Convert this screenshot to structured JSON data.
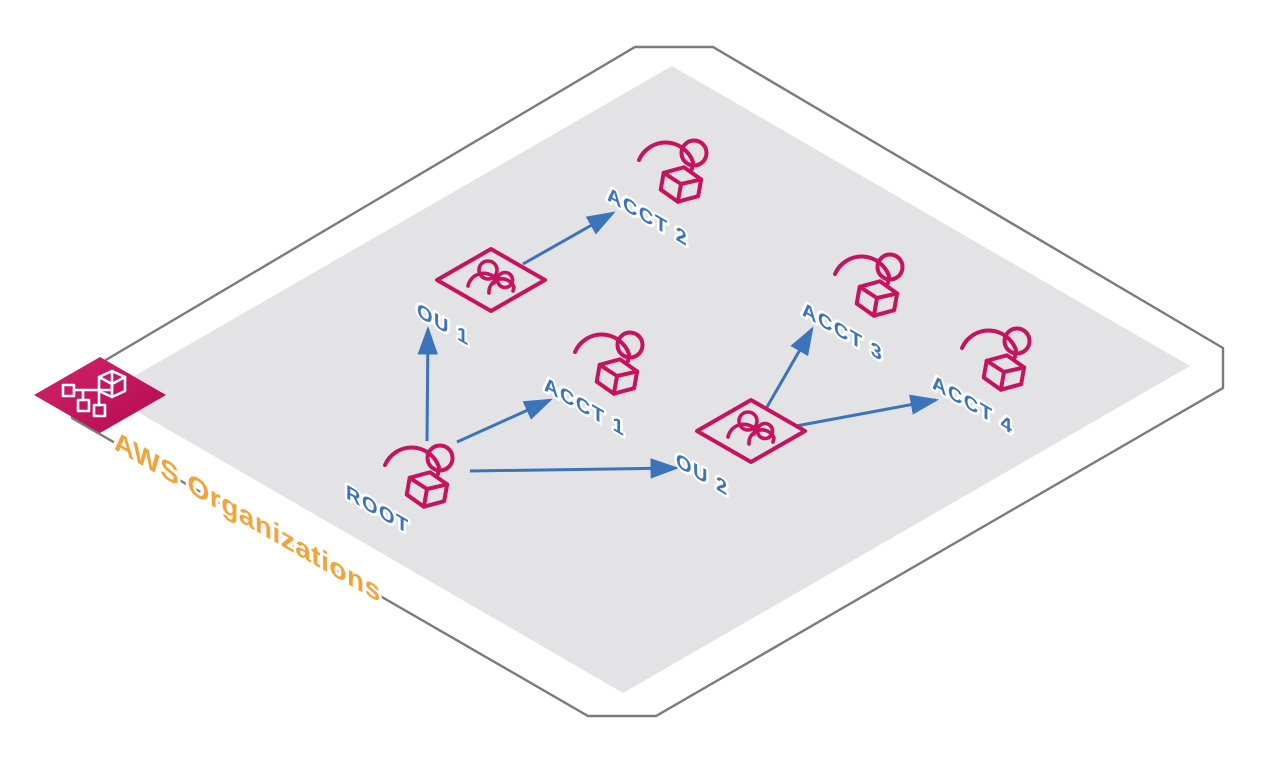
{
  "diagram": {
    "title": "AWS Organizations",
    "service_icon": "aws-organizations-icon",
    "plane": {
      "shape": "isometric-square",
      "fill": "#E3E3E5",
      "border_color": "#7B7B7B"
    },
    "colors": {
      "node_stroke_pink": "#C7125D",
      "icon_bg_top": "#CE2063",
      "icon_bg_bottom": "#B40B51",
      "label_blue": "#3B74BB",
      "arrow_blue": "#3B74BB",
      "service_orange": "#F0A43B"
    },
    "nodes": [
      {
        "id": "root",
        "label": "ROOT",
        "type": "account"
      },
      {
        "id": "ou1",
        "label": "OU 1",
        "type": "organizational-unit"
      },
      {
        "id": "ou2",
        "label": "OU 2",
        "type": "organizational-unit"
      },
      {
        "id": "acct1",
        "label": "ACCT 1",
        "type": "account"
      },
      {
        "id": "acct2",
        "label": "ACCT 2",
        "type": "account"
      },
      {
        "id": "acct3",
        "label": "ACCT 3",
        "type": "account"
      },
      {
        "id": "acct4",
        "label": "ACCT 4",
        "type": "account"
      }
    ],
    "edges": [
      {
        "from": "ROOT",
        "to": "OU 1"
      },
      {
        "from": "ROOT",
        "to": "ACCT 1"
      },
      {
        "from": "ROOT",
        "to": "OU 2"
      },
      {
        "from": "OU 1",
        "to": "ACCT 2"
      },
      {
        "from": "OU 2",
        "to": "ACCT 3"
      },
      {
        "from": "OU 2",
        "to": "ACCT 4"
      }
    ]
  }
}
